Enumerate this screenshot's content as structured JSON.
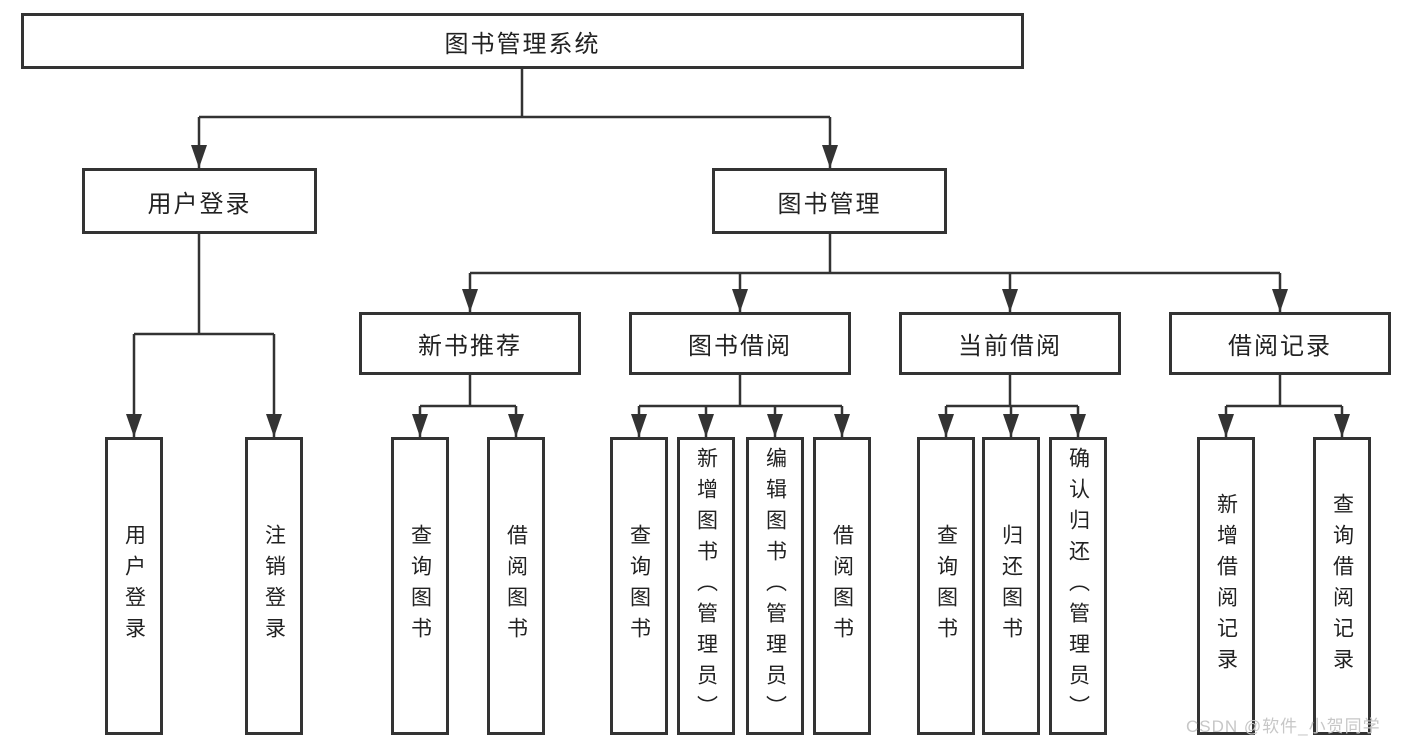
{
  "tree": {
    "root": {
      "label": "图书管理系统"
    },
    "level2": [
      {
        "label": "用户登录",
        "children": [
          {
            "label": "用户登录"
          },
          {
            "label": "注销登录"
          }
        ]
      },
      {
        "label": "图书管理",
        "children": [
          {
            "label": "新书推荐",
            "children": [
              {
                "label": "查询图书"
              },
              {
                "label": "借阅图书"
              }
            ]
          },
          {
            "label": "图书借阅",
            "children": [
              {
                "label": "查询图书"
              },
              {
                "label": "新增图书（管理员）"
              },
              {
                "label": "编辑图书（管理员）"
              },
              {
                "label": "借阅图书"
              }
            ]
          },
          {
            "label": "当前借阅",
            "children": [
              {
                "label": "查询图书"
              },
              {
                "label": "归还图书"
              },
              {
                "label": "确认归还（管理员）"
              }
            ]
          },
          {
            "label": "借阅记录",
            "children": [
              {
                "label": "新增借阅记录"
              },
              {
                "label": "查询借阅记录"
              }
            ]
          }
        ]
      }
    ]
  },
  "watermark": {
    "text": "CSDN @软件_小贺同学"
  },
  "colors": {
    "line": "#333333",
    "box_border": "#333333",
    "text": "#222222",
    "watermark": "#c7c7c7",
    "background": "#ffffff"
  }
}
